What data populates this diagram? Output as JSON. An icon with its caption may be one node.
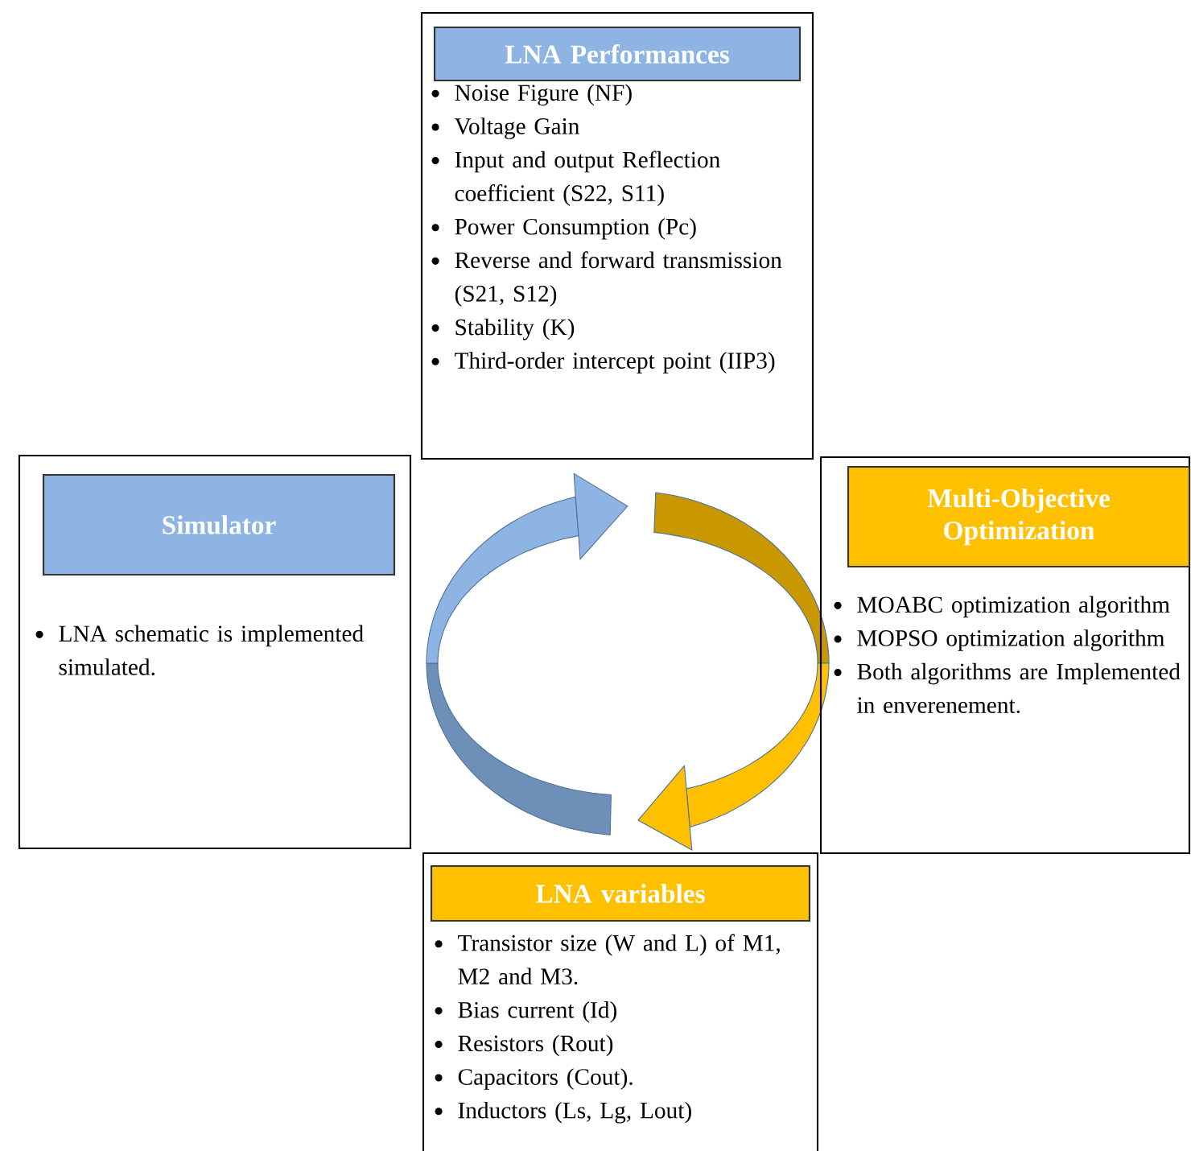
{
  "diagram": {
    "nodes": [
      {
        "text": [
          "Noise Figure (NF)",
          "Voltage Gain",
          "Input and output Reflection coefficient (S22, S11)",
          "Power Consumption (Pc)",
          "Reverse and forward transmission (S21, S12)",
          "Stability (K)",
          "Third-order intercept point (IIP3)"
        ]
      },
      {
        "text": [
          "LNA Performances"
        ],
        "in": 0
      },
      {
        "text": [
          "LNA schematic is implemented simulated."
        ]
      },
      {
        "text": [
          "Simulator"
        ],
        "in": 2
      },
      {
        "text": [
          "MOABC optimization algorithm",
          "MOPSO optimization algorithm",
          "Both algorithms are Implemented in enverenement."
        ]
      },
      {
        "text": [
          "Multi-Objective Optimization"
        ],
        "in": 4
      },
      {
        "text": [
          "Transistor size (W and L) of M1, M2 and M3.",
          "Bias current (Id)",
          "Resistors (Rout)",
          "Capacitors (Cout).",
          "Inductors (Ls, Lg, Lout)"
        ]
      },
      {
        "text": [
          "LNA variables"
        ],
        "in": 6
      }
    ]
  }
}
